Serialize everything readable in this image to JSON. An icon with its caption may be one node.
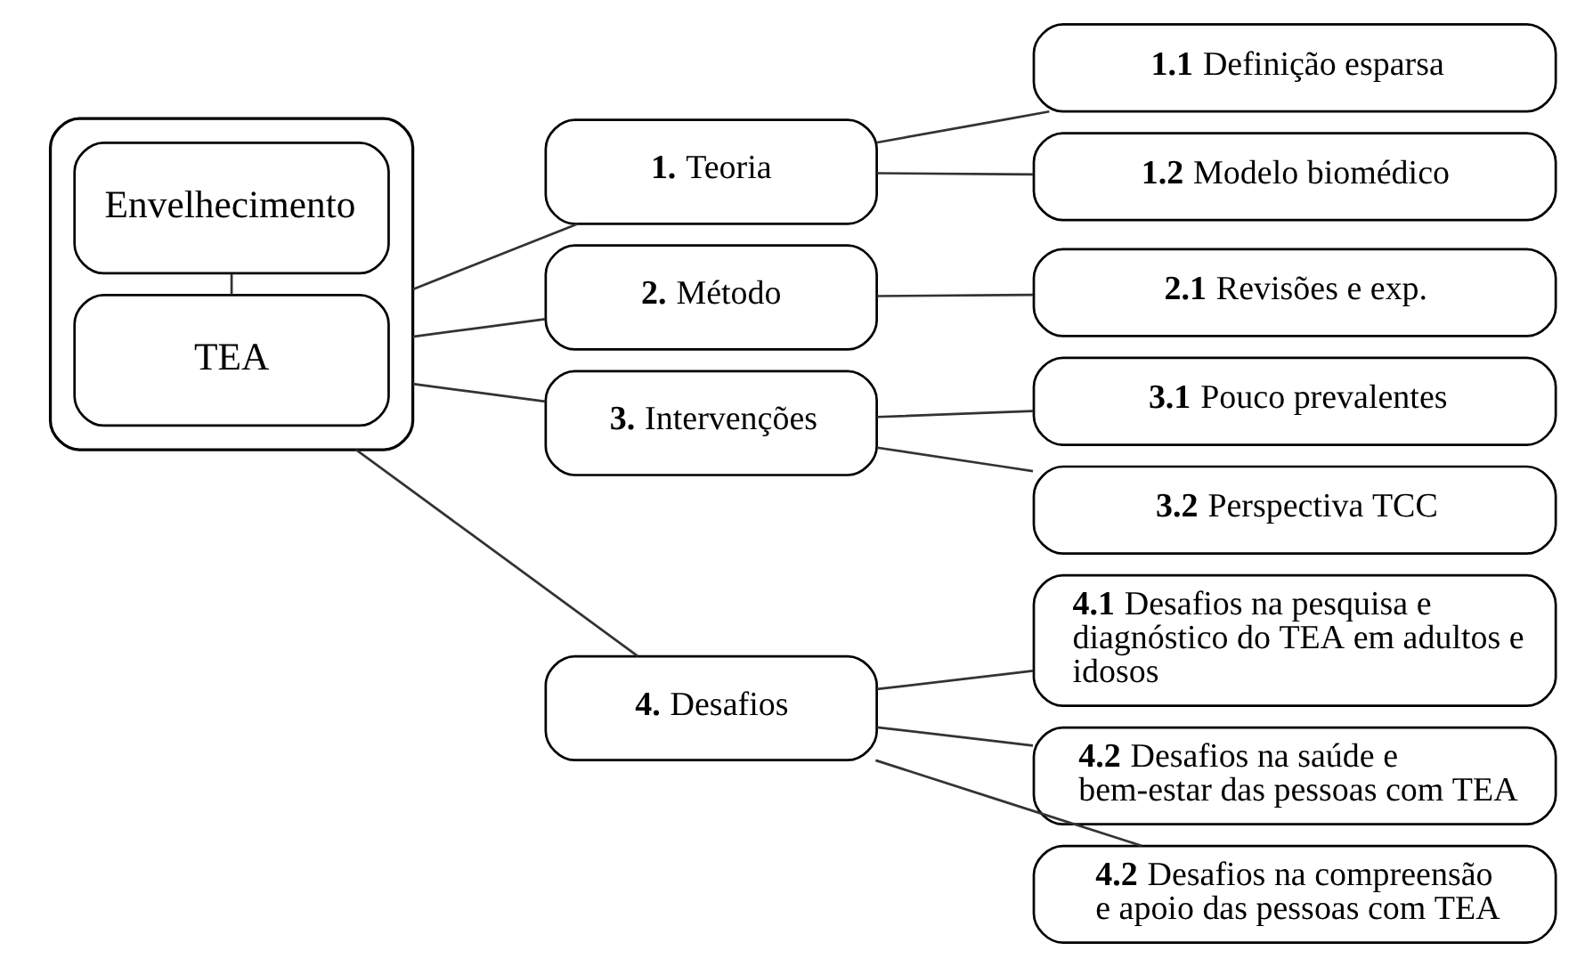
{
  "diagram": {
    "nodes": [
      {
        "text": [],
        "shape": "box"
      },
      {
        "text": [
          "TEA"
        ],
        "in": 0
      },
      {
        "text": [
          "Envelhecimento"
        ],
        "in": 0
      },
      {
        "text": [
          "**1.** Teoria"
        ]
      },
      {
        "text": [
          "**2.** Método"
        ]
      },
      {
        "text": [
          "**3.** Intervenções"
        ]
      },
      {
        "text": [
          "**4.** Desafios"
        ]
      },
      {
        "text": [
          "**1.1** Definição esparsa"
        ]
      },
      {
        "text": [
          "**1.2** Modelo biomédico"
        ]
      },
      {
        "text": [
          "**2.1** Revisões e exp."
        ]
      },
      {
        "text": [
          "**3.1** Pouco prevalentes"
        ]
      },
      {
        "text": [
          "**3.2** Perspectiva TCC"
        ]
      },
      {
        "text": [
          "**4.1** Desafios na pesquisa e diagnóstico do TEA em adultos e idosos"
        ]
      },
      {
        "text": [
          "**4.2** Desafios na saúde e bem-estar das pessoas com TEA"
        ]
      },
      {
        "text": [
          "**4.2** Desafios na compreensão e apoio das pessoas com TEA"
        ]
      }
    ],
    "edges": [
      {
        "from": 1,
        "to": 2,
        "arrow": "none"
      },
      {
        "from": 0,
        "to": 3,
        "arrow": "none"
      },
      {
        "from": 0,
        "to": 4,
        "arrow": "none"
      },
      {
        "from": 0,
        "to": 5,
        "arrow": "none"
      },
      {
        "from": 0,
        "to": 6,
        "arrow": "none"
      },
      {
        "from": 3,
        "to": 7,
        "arrow": "none"
      },
      {
        "from": 3,
        "to": 8,
        "arrow": "none"
      },
      {
        "from": 4,
        "to": 9,
        "arrow": "none"
      },
      {
        "from": 5,
        "to": 10,
        "arrow": "none"
      },
      {
        "from": 5,
        "to": 11,
        "arrow": "none"
      },
      {
        "from": 6,
        "to": 12,
        "arrow": "none"
      },
      {
        "from": 6,
        "to": 13,
        "arrow": "none"
      },
      {
        "from": 6,
        "to": 14,
        "arrow": "none"
      }
    ]
  }
}
